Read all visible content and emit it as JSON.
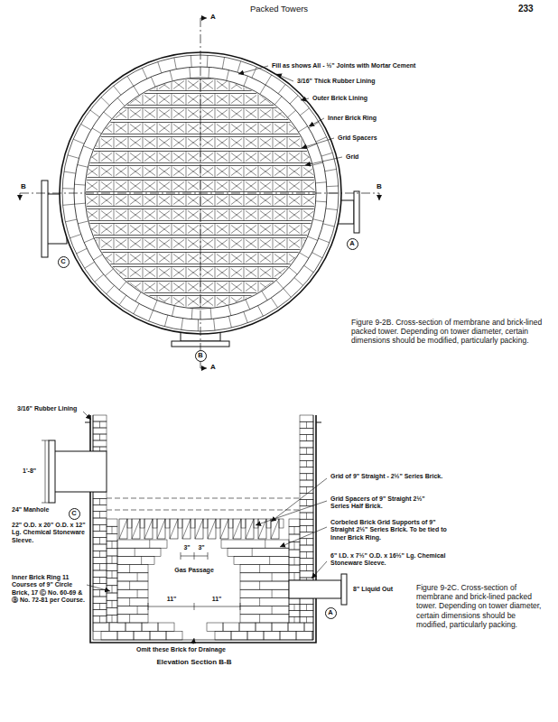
{
  "diagram": {
    "title": "Packed Towers",
    "nodes": [
      {
        "text": [
          "C"
        ]
      },
      {
        "text": [
          "A"
        ]
      },
      {
        "text": [
          "B"
        ]
      },
      {
        "text": [
          "C"
        ]
      },
      {
        "text": [
          "A"
        ]
      }
    ],
    "labels": [
      "233",
      "Fill as shows All - ½\" Joints with Mortar Cement",
      "3/16\" Thick Rubber Lining",
      "Outer Brick Lining",
      "Inner Brick Ring",
      "Grid Spacers",
      "Grid",
      "A",
      "B",
      "B",
      "A",
      "Figure 9-2B. Cross-section of membrane and brick-lined packed tower. Depending on tower diameter, certain dimensions should be modified, particularly packing.",
      "3/16\" Rubber Lining",
      "1'-8\"",
      "24\" Manhole",
      "22\" O.D. x 20\" O.D. x 12\" Lg. Chemical Stoneware Sleeve.",
      "Grid of 9\" Straight - 2½\" Series Brick.",
      "Grid Spacers of 9\" Straight 2½\" Series Half Brick.",
      "Corbeled Brick Grid Supports of 9\" Straight 2½\" Series Brick. To be tied to Inner Brick Ring.",
      "6\" I.D. x 7½\" O.D. x 16½\" Lg. Chemical Stoneware Sleeve.",
      "3\"",
      "3\"",
      "Gas Passage",
      "11\"",
      "11\"",
      "8\" Liquid Out",
      "Inner Brick Ring 11 Courses of 9\" Circle Brick, 17 Ⓒ No. 60-69 & Ⓑ No. 72-81 per Course.",
      "Omit these Brick for Drainage",
      "Elevation Section B-B",
      "Figure 9-2C. Cross-section of membrane and brick-lined packed tower. Depending on tower diameter, certain dimensions should be modified, particularly packing."
    ]
  }
}
